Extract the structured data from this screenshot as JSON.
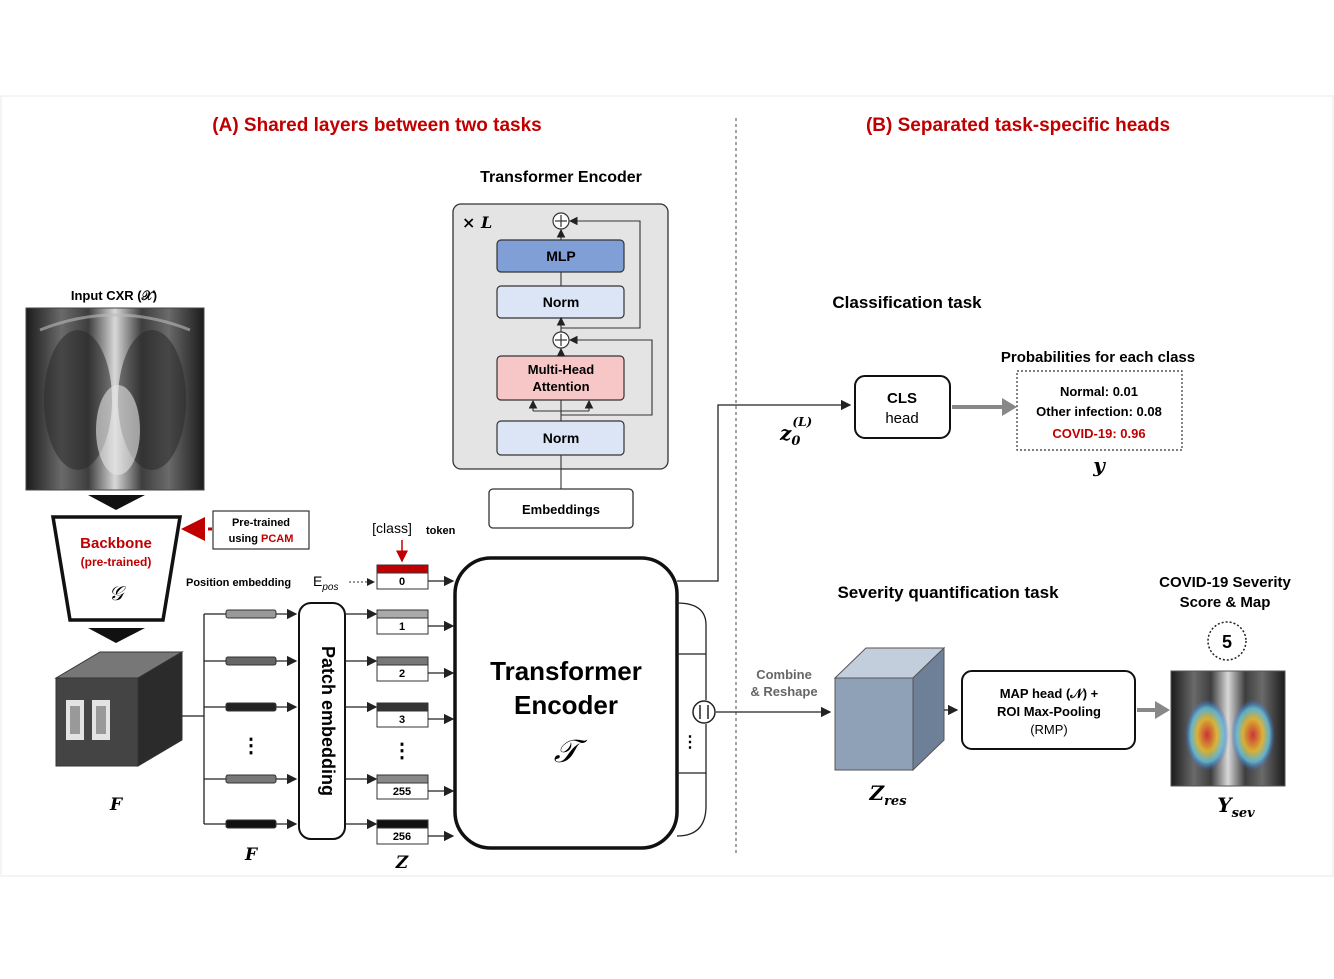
{
  "sections": {
    "a_title": "(A) Shared layers between two tasks",
    "b_title": "(B) Separated task-specific heads"
  },
  "encoder_block": {
    "title": "Transformer Encoder",
    "repeat": "× L",
    "mlp": "MLP",
    "norm_top": "Norm",
    "mha_line1": "Multi-Head",
    "mha_line2": "Attention",
    "norm_bottom": "Norm",
    "embeddings": "Embeddings"
  },
  "input": {
    "label": "Input CXR (𝒳)"
  },
  "backbone": {
    "name": "Backbone",
    "sub": "(pre-trained)",
    "symbol": "𝒢",
    "pretrained_line1": "Pre-trained",
    "pretrained_line2_prefix": "using ",
    "pretrained_line2_accent": "PCAM"
  },
  "features": {
    "label_F_left": "F",
    "label_F_mid": "F",
    "label_Z": "Z",
    "patch_embedding": "Patch embedding",
    "position_embedding": "Position embedding",
    "epos": "E",
    "epos_sub": "pos",
    "class_token_code": "[class]",
    "class_token_word": "token",
    "tokens": [
      "0",
      "1",
      "2",
      "3",
      "⋮",
      "255",
      "256"
    ],
    "dots": "⋮"
  },
  "main_encoder": {
    "line1": "Transformer",
    "line2": "Encoder",
    "symbol": "𝒯",
    "dots": "⋮"
  },
  "classification": {
    "task": "Classification task",
    "z_main": "z",
    "z_sub": "0",
    "z_sup": "(L)",
    "cls_line1": "CLS",
    "cls_line2": "head",
    "probs_title": "Probabilities for each class",
    "normal": "Normal: 0.01",
    "other": "Other infection: 0.08",
    "covid": "COVID-19: 0.96",
    "y": "y"
  },
  "severity": {
    "task": "Severity quantification task",
    "combine_line1": "Combine",
    "combine_line2": "& Reshape",
    "zres": "Z",
    "zres_sub": "res",
    "map_line1": "MAP head (𝒩) +",
    "map_line2": "ROI Max-Pooling",
    "map_line3": "(RMP)",
    "score_title_line1": "COVID-19 Severity",
    "score_title_line2": "Score & Map",
    "score_value": "5",
    "ysev": "Y",
    "ysev_sub": "sev"
  },
  "colors": {
    "accent_red": "#c00000",
    "mlp_blue": "#7f9fd6",
    "norm_blue": "#dbe5f5",
    "mha_pink": "#f7c6c6",
    "panel_gray": "#e4e4e4",
    "cube_blue": "#8fa1b6"
  }
}
